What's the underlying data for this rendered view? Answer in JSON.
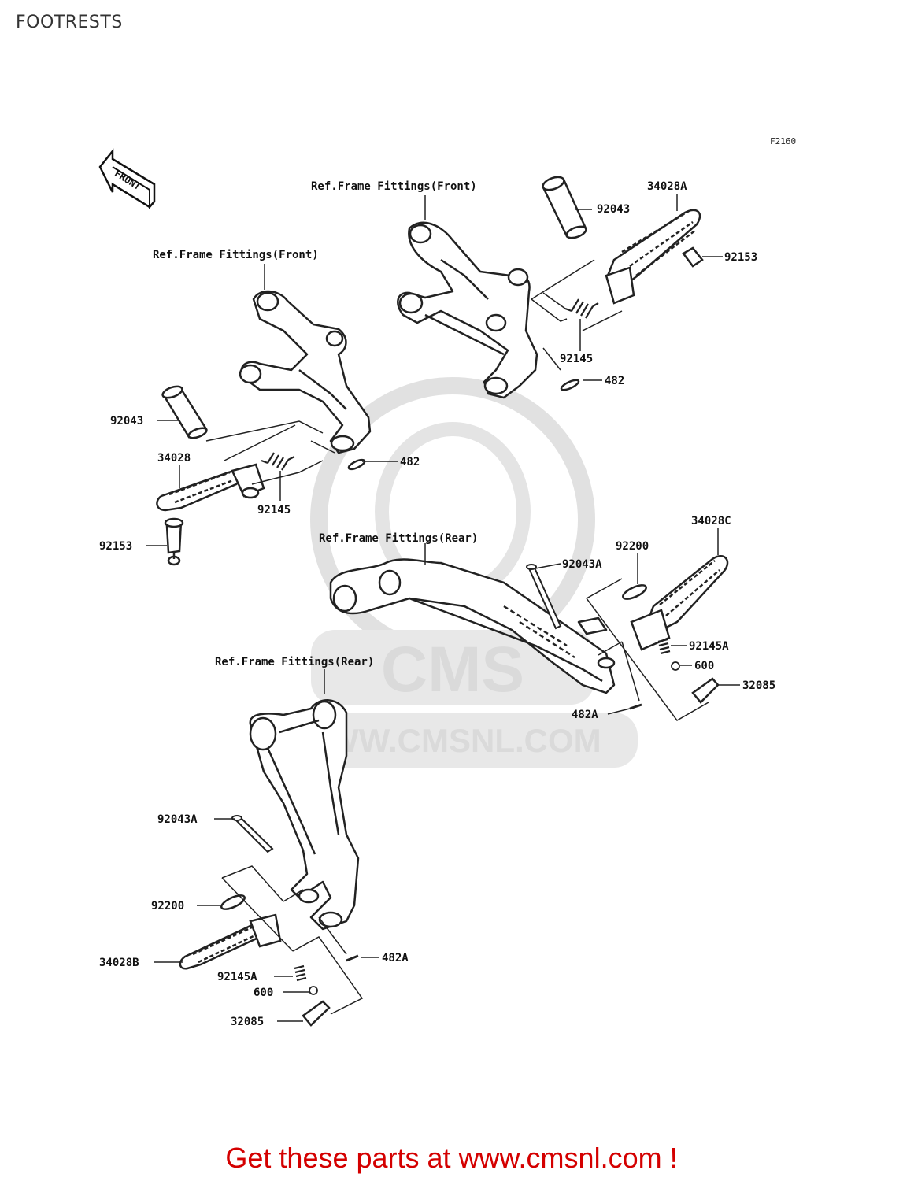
{
  "title": "FOOTRESTS",
  "figure_code": "F2160",
  "front_label": "FRONT",
  "watermark": {
    "brand": "CMS",
    "url": "WWW.CMSNL.COM"
  },
  "references": {
    "frame_front_upper": "Ref.Frame Fittings(Front)",
    "frame_front_left": "Ref.Frame Fittings(Front)",
    "frame_rear_upper": "Ref.Frame Fittings(Rear)",
    "frame_rear_lower": "Ref.Frame Fittings(Rear)"
  },
  "parts": {
    "p92043_upper": "92043",
    "p34028A": "34028A",
    "p92153_upper": "92153",
    "p92145_upper": "92145",
    "p482_upper": "482",
    "p92043_left": "92043",
    "p34028": "34028",
    "p482_left": "482",
    "p92145_left": "92145",
    "p92153_left": "92153",
    "p92200_upper": "92200",
    "p92043A_upper": "92043A",
    "p34028C": "34028C",
    "p92145A_upper": "92145A",
    "p600_upper": "600",
    "p32085_upper": "32085",
    "p482A_upper": "482A",
    "p92043A_lower": "92043A",
    "p92200_lower": "92200",
    "p34028B": "34028B",
    "p92145A_lower": "92145A",
    "p600_lower": "600",
    "p32085_lower": "32085",
    "p482A_lower": "482A"
  },
  "footer": "Get these parts at www.cmsnl.com !",
  "colors": {
    "line": "#222222",
    "footer": "#d40000",
    "watermark": "#d6d6d6"
  }
}
